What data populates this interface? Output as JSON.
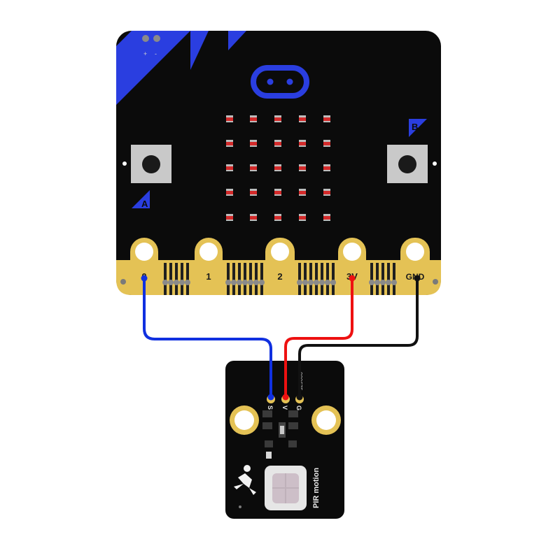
{
  "microbit": {
    "power_labels": {
      "plus": "+",
      "minus": "-"
    },
    "button_a_label": "A",
    "button_b_label": "B",
    "pins": [
      {
        "label": "0"
      },
      {
        "label": "1"
      },
      {
        "label": "2"
      },
      {
        "label": "3V"
      },
      {
        "label": "GND"
      }
    ]
  },
  "sensor": {
    "name": "PIR motion",
    "pin_labels": [
      "S",
      "V",
      "G"
    ],
    "code": "090675"
  },
  "wires": [
    {
      "from": "0",
      "to": "S",
      "color": "#1030e0"
    },
    {
      "from": "3V",
      "to": "V",
      "color": "#ee1111"
    },
    {
      "from": "GND",
      "to": "G",
      "color": "#111111"
    }
  ],
  "colors": {
    "board": "#0b0b0b",
    "accent": "#2a3ee0",
    "gold": "#e4c255",
    "led": "#d42a2a"
  }
}
